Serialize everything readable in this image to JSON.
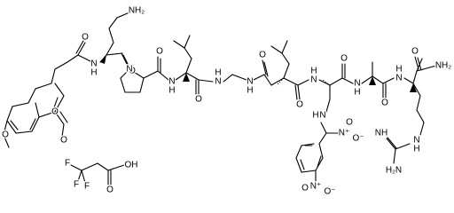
{
  "labels": {
    "NH2": "NH₂",
    "H2N": "H₂N",
    "NH": "NH",
    "N": "N",
    "H": "H",
    "O": "O",
    "OH": "OH",
    "F": "F",
    "O_neg": "O⁻",
    "N_pos": "N⁺"
  },
  "colors": {
    "ink": "#000000",
    "background": "#ffffff"
  }
}
